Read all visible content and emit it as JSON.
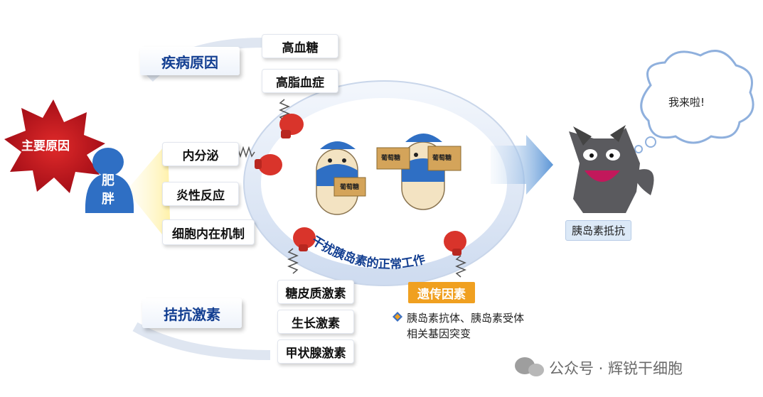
{
  "main_cause": {
    "label": "主要原因"
  },
  "obesity": {
    "label": "肥胖",
    "char1": "肥",
    "char2": "胖"
  },
  "disease_causes": {
    "title": "疾病原因",
    "items": [
      "高血糖",
      "高脂血症"
    ]
  },
  "obesity_factors": {
    "items": [
      "内分泌",
      "炎性反应",
      "细胞内在机制"
    ]
  },
  "antagonist_hormones": {
    "title": "拮抗激素",
    "items": [
      "糖皮质激素",
      "生长激素",
      "甲状腺激素"
    ]
  },
  "ring_caption": "干扰胰岛素的正常工作",
  "box_label": "葡萄糖",
  "genetic": {
    "title": "遗传因素",
    "desc_line1": "胰岛素抗体、胰岛素受体",
    "desc_line2": "相关基因突变"
  },
  "wolf": {
    "speech": "我来啦!",
    "caption": "胰岛素抵抗"
  },
  "watermark": {
    "text": "公众号 · 辉锐干细胞"
  },
  "colors": {
    "dark_blue": "#123e91",
    "starburst_red": "#b0131d",
    "glove_red": "#d9342b",
    "genetic_orange": "#f0a020",
    "character_blue": "#2f6fc4"
  }
}
